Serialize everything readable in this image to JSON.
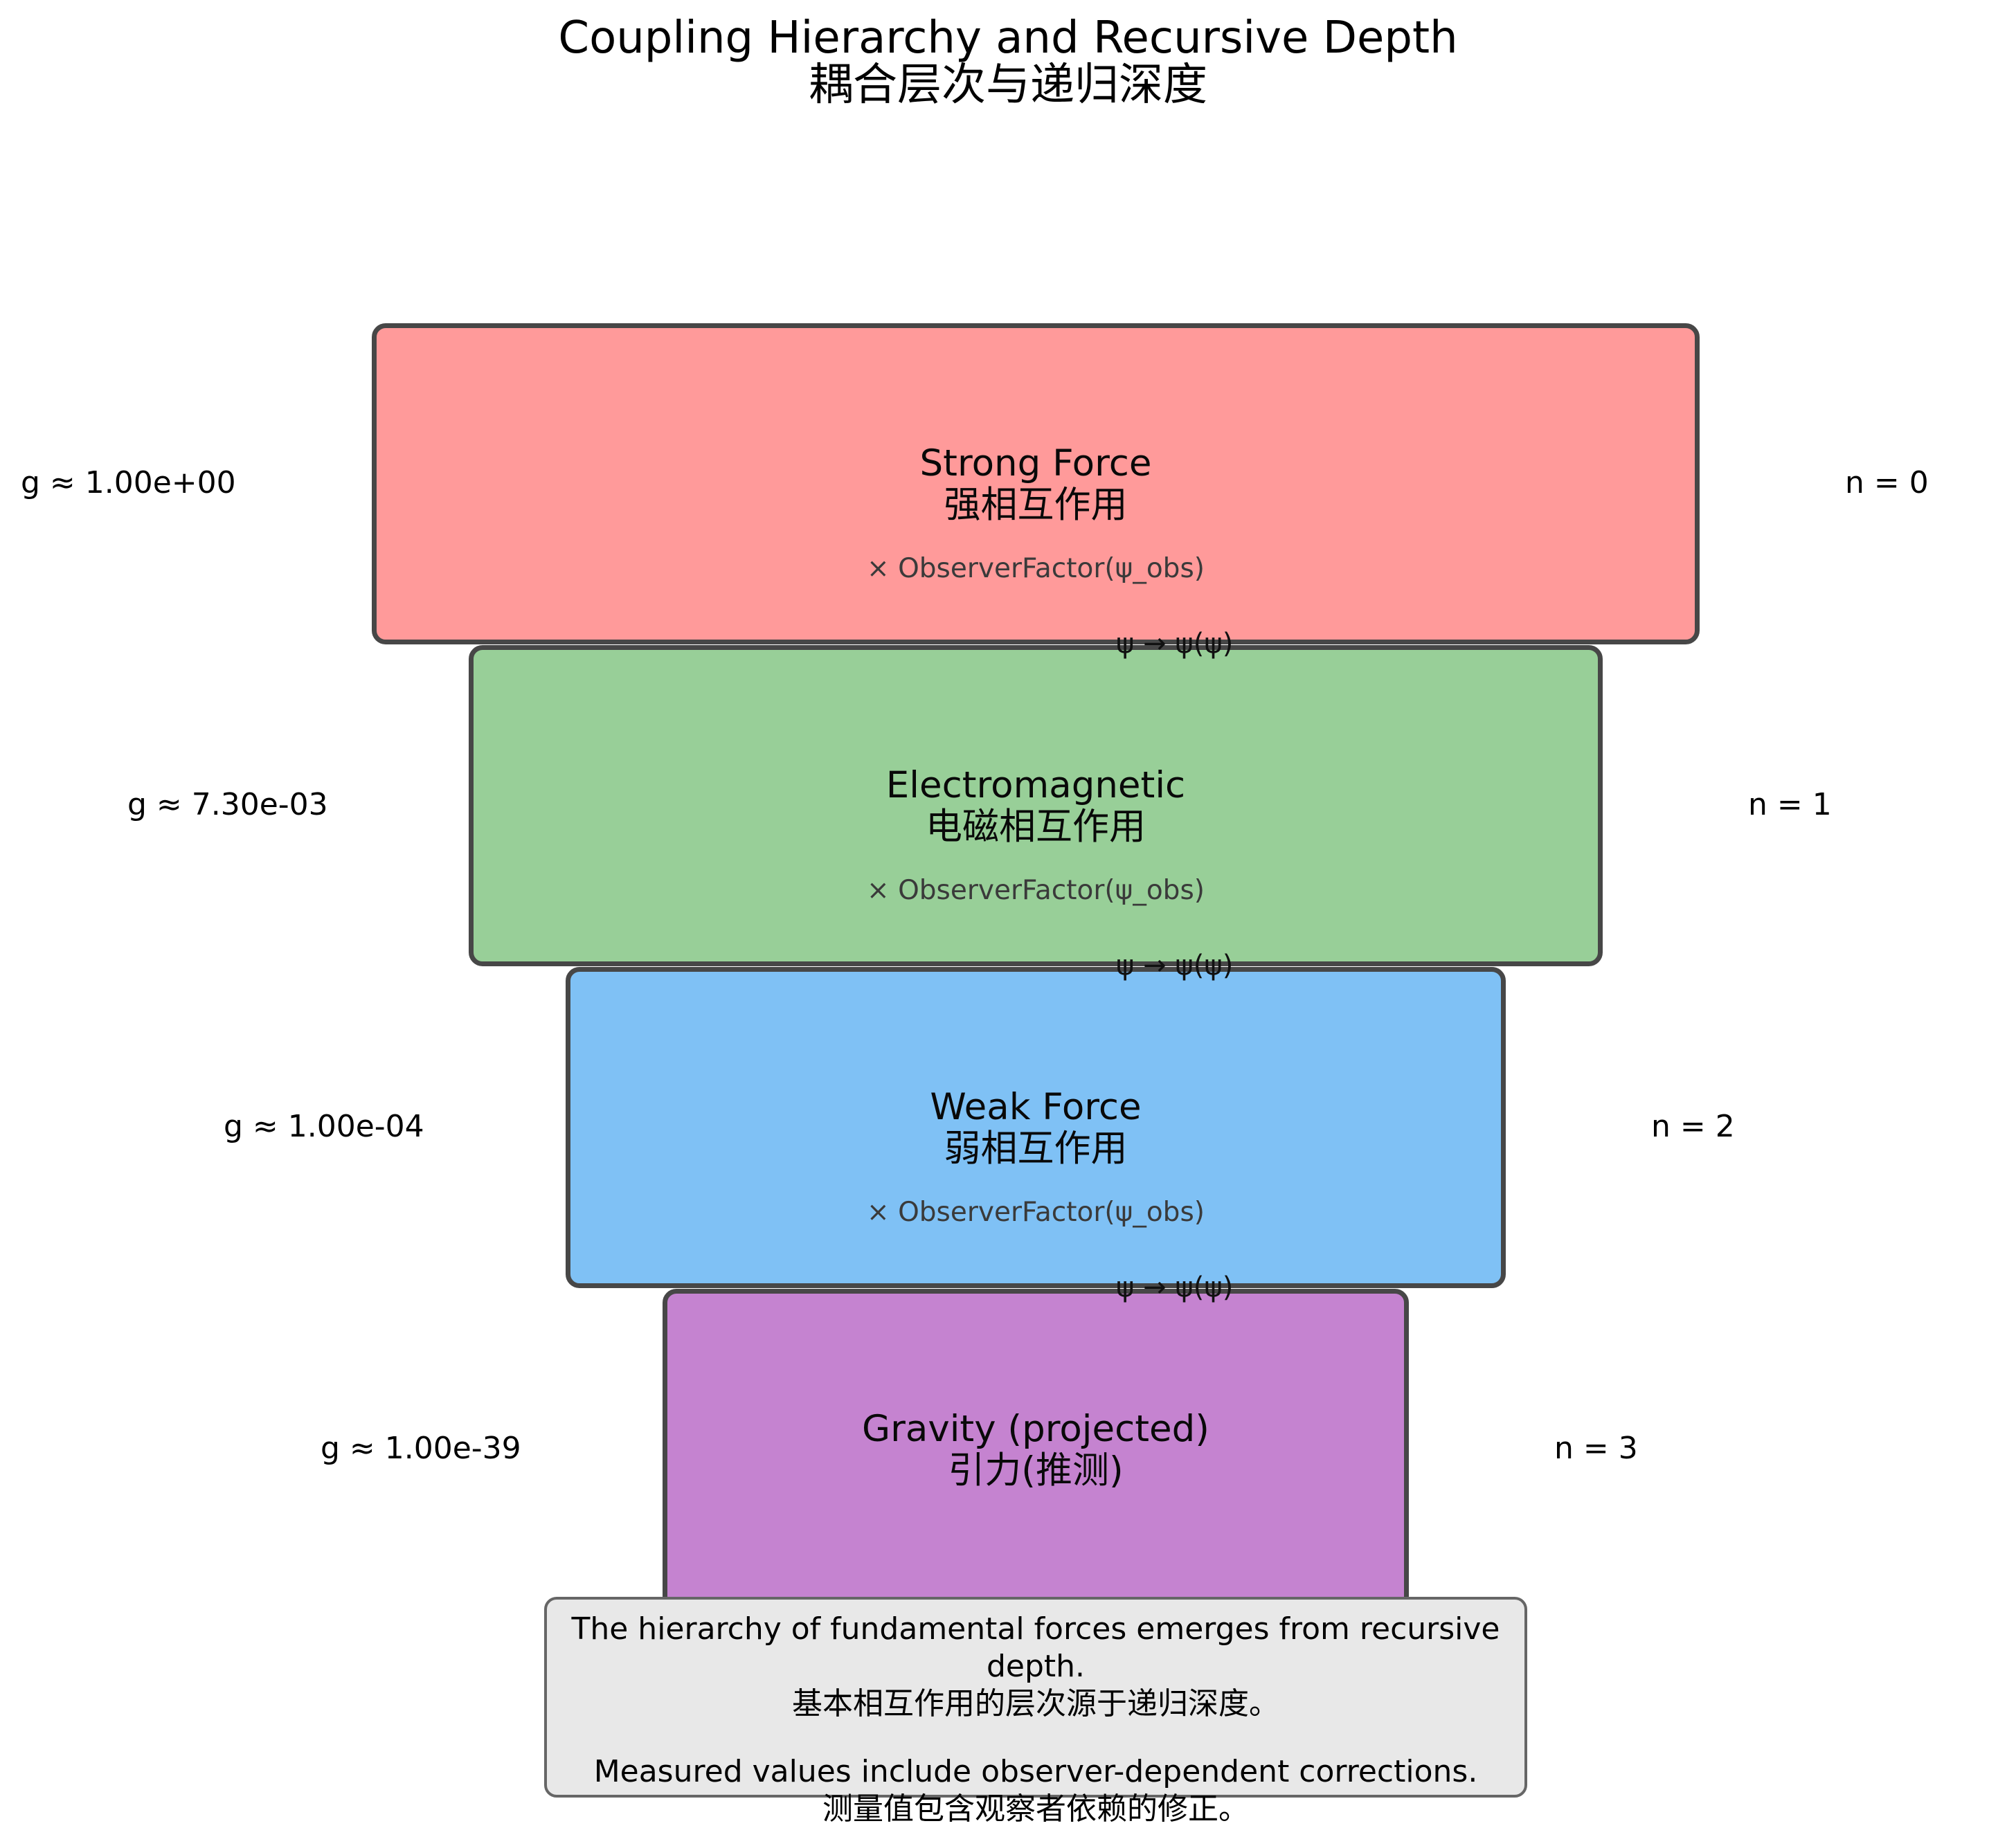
{
  "title": "Coupling Hierarchy and Recursive Depth",
  "title_zh": "耦合层次与递归深度",
  "arrow_label": "ψ → ψ(ψ)",
  "observer_factor": "× ObserverFactor(ψ_obs)",
  "levels": [
    {
      "name": "Strong Force",
      "name_zh": "强相互作用",
      "coupling": "g ≈ 1.00e+00",
      "depth": "n = 0",
      "color": "#ff8a8a",
      "has_factor": true
    },
    {
      "name": "Electromagnetic",
      "name_zh": "电磁相互作用",
      "coupling": "g ≈ 7.30e-03",
      "depth": "n = 1",
      "color": "#8ecc8e",
      "has_factor": true
    },
    {
      "name": "Weak Force",
      "name_zh": "弱相互作用",
      "coupling": "g ≈ 1.00e-04",
      "depth": "n = 2",
      "color": "#6cb8f5",
      "has_factor": true
    },
    {
      "name": "Gravity (projected)",
      "name_zh": "引力(推测)",
      "coupling": "g ≈ 1.00e-39",
      "depth": "n = 3",
      "color": "#bf76cd",
      "has_factor": false
    }
  ],
  "note": {
    "line1": "The hierarchy of fundamental forces emerges from recursive depth.",
    "line1_zh": "基本相互作用的层次源于递归深度。",
    "line2": "Measured values include observer-dependent corrections.",
    "line2_zh": "测量值包含观察者依赖的修正。"
  }
}
